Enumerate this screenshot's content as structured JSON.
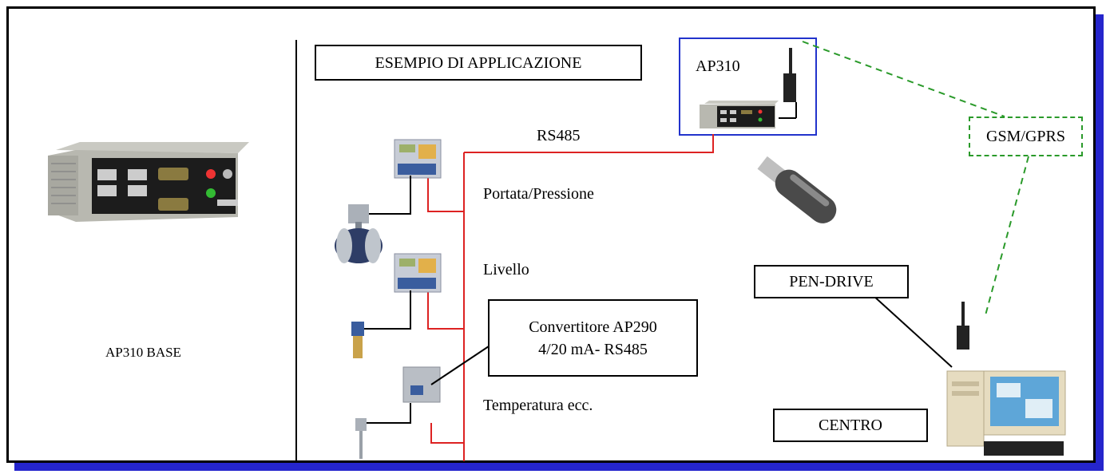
{
  "left_panel": {
    "device_caption": "AP310 BASE"
  },
  "diagram": {
    "title": "ESEMPIO DI APPLICAZIONE",
    "ap310_label": "AP310",
    "rs485_label": "RS485",
    "gsm_label": "GSM/GPRS",
    "sensor_labels": [
      "Portata/Pressione",
      "Livello",
      "Temperatura ecc."
    ],
    "converter": {
      "line1": "Convertitore AP290",
      "line2": "4/20 mA- RS485"
    },
    "pen_drive_label": "PEN-DRIVE",
    "centro_label": "CENTRO"
  },
  "colors": {
    "frame_shadow": "#2525cc",
    "rs485_line": "#dd2222",
    "wireless_link": "#2a9a2a",
    "ap310_box": "#2233cc"
  },
  "icons": [
    "ap310-device-icon",
    "antenna-icon",
    "usb-pen-drive-icon",
    "desktop-computer-icon",
    "flow-meter-icon",
    "level-sensor-icon",
    "temperature-probe-icon",
    "junction-box-icon",
    "controller-unit-icon"
  ]
}
